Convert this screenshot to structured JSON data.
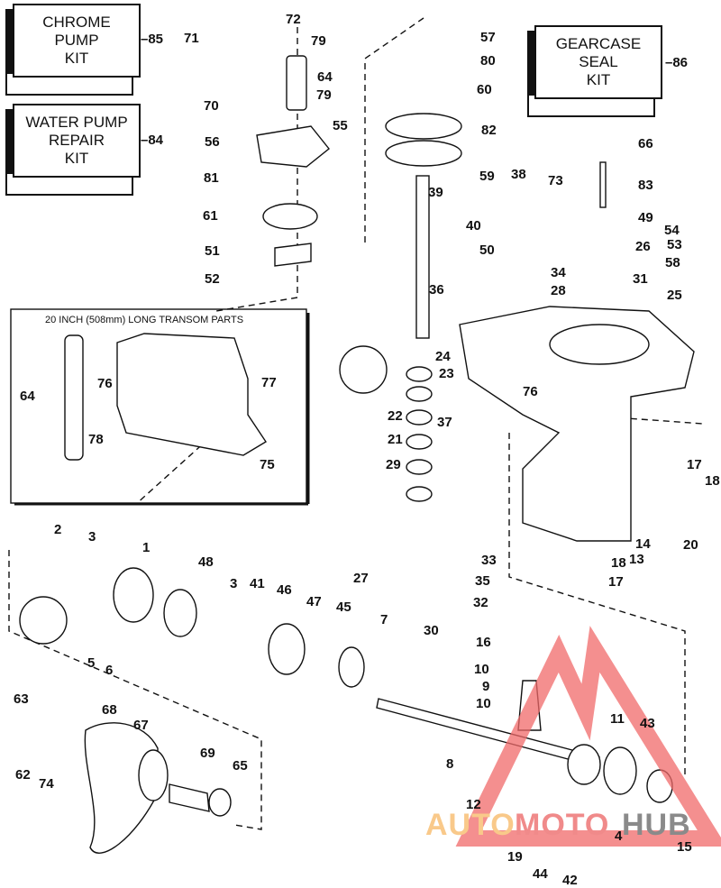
{
  "kits": [
    {
      "id": "chrome-pump-kit",
      "text": "CHROME\nPUMP\nKIT",
      "ref": "85"
    },
    {
      "id": "water-pump-repair-kit",
      "text": "WATER PUMP\nREPAIR\nKIT",
      "ref": "84"
    },
    {
      "id": "gearcase-seal-kit",
      "text": "GEARCASE\nSEAL\nKIT",
      "ref": "86"
    }
  ],
  "transom_inset": {
    "title": "20 INCH (508mm) LONG TRANSOM PARTS",
    "parts": [
      "64",
      "76",
      "77",
      "78",
      "75"
    ]
  },
  "callouts": [
    {
      "n": "72"
    },
    {
      "n": "71"
    },
    {
      "n": "79"
    },
    {
      "n": "64"
    },
    {
      "n": "79"
    },
    {
      "n": "70"
    },
    {
      "n": "55"
    },
    {
      "n": "56"
    },
    {
      "n": "81"
    },
    {
      "n": "61"
    },
    {
      "n": "51"
    },
    {
      "n": "52"
    },
    {
      "n": "57"
    },
    {
      "n": "80"
    },
    {
      "n": "60"
    },
    {
      "n": "82"
    },
    {
      "n": "59"
    },
    {
      "n": "39"
    },
    {
      "n": "40"
    },
    {
      "n": "50"
    },
    {
      "n": "36"
    },
    {
      "n": "38"
    },
    {
      "n": "66"
    },
    {
      "n": "73"
    },
    {
      "n": "83"
    },
    {
      "n": "49"
    },
    {
      "n": "54"
    },
    {
      "n": "26"
    },
    {
      "n": "53"
    },
    {
      "n": "58"
    },
    {
      "n": "34"
    },
    {
      "n": "31"
    },
    {
      "n": "28"
    },
    {
      "n": "25"
    },
    {
      "n": "24"
    },
    {
      "n": "23"
    },
    {
      "n": "76"
    },
    {
      "n": "22"
    },
    {
      "n": "37"
    },
    {
      "n": "21"
    },
    {
      "n": "29"
    },
    {
      "n": "17"
    },
    {
      "n": "18"
    },
    {
      "n": "14"
    },
    {
      "n": "20"
    },
    {
      "n": "13"
    },
    {
      "n": "18"
    },
    {
      "n": "17"
    },
    {
      "n": "27"
    },
    {
      "n": "30"
    },
    {
      "n": "33"
    },
    {
      "n": "35"
    },
    {
      "n": "32"
    },
    {
      "n": "16"
    },
    {
      "n": "10"
    },
    {
      "n": "9"
    },
    {
      "n": "10"
    },
    {
      "n": "11"
    },
    {
      "n": "43"
    },
    {
      "n": "8"
    },
    {
      "n": "12"
    },
    {
      "n": "4"
    },
    {
      "n": "15"
    },
    {
      "n": "19"
    },
    {
      "n": "44"
    },
    {
      "n": "42"
    },
    {
      "n": "2"
    },
    {
      "n": "3"
    },
    {
      "n": "1"
    },
    {
      "n": "48"
    },
    {
      "n": "3"
    },
    {
      "n": "41"
    },
    {
      "n": "46"
    },
    {
      "n": "47"
    },
    {
      "n": "45"
    },
    {
      "n": "7"
    },
    {
      "n": "5"
    },
    {
      "n": "6"
    },
    {
      "n": "63"
    },
    {
      "n": "68"
    },
    {
      "n": "67"
    },
    {
      "n": "69"
    },
    {
      "n": "65"
    },
    {
      "n": "62"
    },
    {
      "n": "74"
    }
  ],
  "watermark": {
    "part1": "AUTO",
    "part2": "MOTO",
    "part3": "HUB",
    "colors": {
      "auto": "#f9c98a",
      "moto": "#f08a8a",
      "hub": "#8a8a8a",
      "triangle": "#f06a6a"
    }
  }
}
